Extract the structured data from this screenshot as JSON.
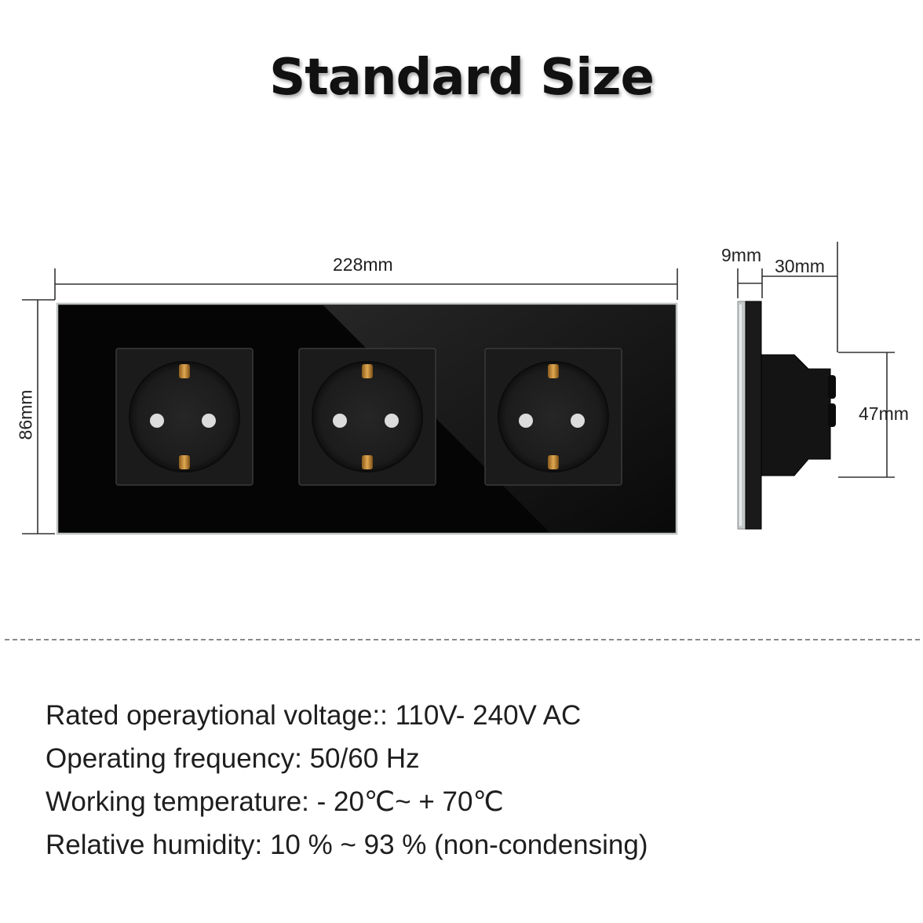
{
  "title": "Standard Size",
  "dimensions": {
    "front_width": "228mm",
    "front_height": "86mm",
    "side_plate_depth": "9mm",
    "side_body_depth": "30mm",
    "side_body_height": "47mm"
  },
  "specs": [
    "Rated operaytional voltage:: 110V- 240V AC",
    "Operating frequency: 50/60 Hz",
    "Working temperature: - 20℃~ + 70℃",
    "Relative humidity: 10 % ~ 93 % (non-condensing)"
  ],
  "colors": {
    "panel": "#050505",
    "socket": "#1a1a1a",
    "contact": "#c9923a",
    "glass_edge": "#bfc3c4"
  }
}
